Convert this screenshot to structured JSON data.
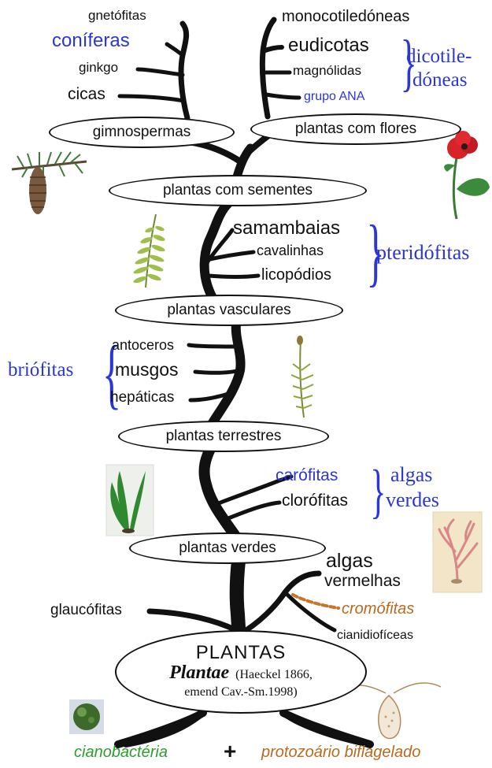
{
  "groups": {
    "gimnospermas": "gimnospermas",
    "plantas_com_flores": "plantas com flores",
    "plantas_com_sementes": "plantas com sementes",
    "plantas_vasculares": "plantas vasculares",
    "plantas_terrestres": "plantas terrestres",
    "plantas_verdes": "plantas verdes"
  },
  "leaves": {
    "gnetofitas": "gnetófitas",
    "coniferas": "coníferas",
    "ginkgo": "ginkgo",
    "cicas": "cicas",
    "monocotiledoneas": "monocotiledóneas",
    "eudicotas": "eudicotas",
    "magnolidas": "magnólidas",
    "grupo_ana": "grupo ANA",
    "samambaias": "samambaias",
    "cavalinhas": "cavalinhas",
    "licopodios": "licopódios",
    "antoceros": "antoceros",
    "musgos": "musgos",
    "hepaticas": "hepáticas",
    "carofitas": "carófitas",
    "clorofitas": "clorófitas",
    "algas_vermelhas_1": "algas",
    "algas_vermelhas_2": "vermelhas",
    "cromofitas": "cromófitas",
    "glaucofitas": "glaucófitas",
    "cianidioficeas": "cianidiofíceas"
  },
  "brackets": {
    "dicotiledoneas_1": "dicotile-",
    "dicotiledoneas_2": "dóneas",
    "pteridofitas": "pteridófitas",
    "briofitas": "briófitas",
    "algas_verdes_1": "algas",
    "algas_verdes_2": "verdes"
  },
  "root": {
    "title": "PLANTAS",
    "latin": "Plantae",
    "author_1": "(Haeckel 1866,",
    "author_2": "emend Cav.-Sm.1998)"
  },
  "origins": {
    "cianobacteria": "cianobactéria",
    "plus": "+",
    "protozoario": "protozoário biflagelado"
  },
  "colors": {
    "tree": "#111111",
    "blue_labels": "#2a36d8",
    "green_label": "#2e9e2e",
    "orange_label": "#b96a1f"
  },
  "icons": [
    "pine-cone-icon",
    "poppy-flower-icon",
    "fern-frond-icon",
    "moss-icon",
    "green-alga-icon",
    "red-alga-icon",
    "cyanobacterium-icon",
    "flagellate-protozoan-icon"
  ]
}
